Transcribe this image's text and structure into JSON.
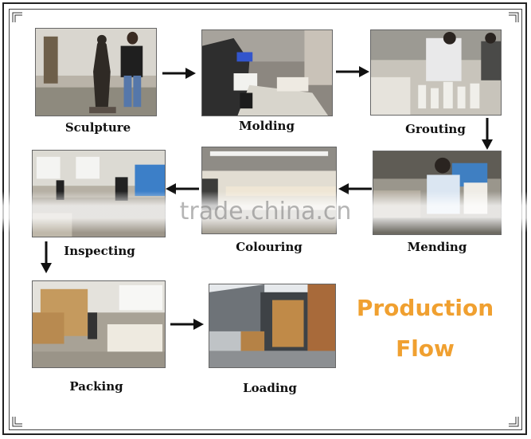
{
  "steps": [
    {
      "label": "Sculpture"
    },
    {
      "label": "Molding"
    },
    {
      "label": "Grouting"
    },
    {
      "label": "Mending"
    },
    {
      "label": "Colouring"
    },
    {
      "label": "Inspecting"
    },
    {
      "label": "Packing"
    },
    {
      "label": "Loading"
    }
  ],
  "title": {
    "line1": "Production",
    "line2": "Flow"
  },
  "watermark": "trade.china.cn",
  "colors": {
    "title": "#f0a030",
    "arrow": "#111111",
    "frame": "#222222"
  },
  "icons": {
    "arrow_right": "arrow-right-icon",
    "arrow_left": "arrow-left-icon",
    "arrow_down": "arrow-down-icon"
  }
}
